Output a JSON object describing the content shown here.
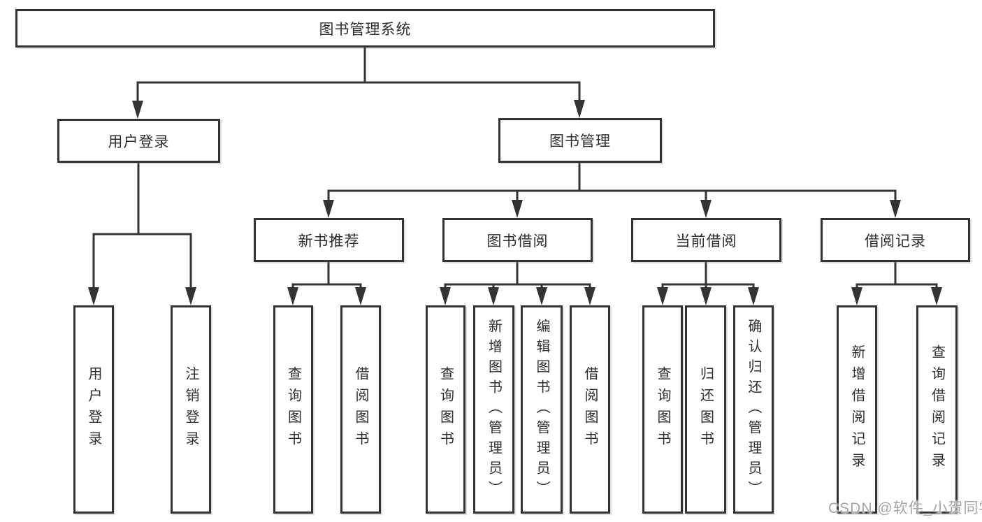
{
  "nodes": {
    "root": {
      "label": "图书管理系统"
    },
    "user_login": {
      "label": "用户登录"
    },
    "book_mgmt": {
      "label": "图书管理"
    },
    "new_book_rec": {
      "label": "新书推荐"
    },
    "book_borrow": {
      "label": "图书借阅"
    },
    "current_borrow": {
      "label": "当前借阅"
    },
    "borrow_records": {
      "label": "借阅记录"
    },
    "leaf_user_login": {
      "label": "用户登录"
    },
    "leaf_logout": {
      "label": "注销登录"
    },
    "leaf_query_book_rec": {
      "label": "查询图书"
    },
    "leaf_borrow_book_rec": {
      "label": "借阅图书"
    },
    "leaf_query_book_borrow": {
      "label": "查询图书"
    },
    "leaf_add_book": {
      "label": "新增图书（管理员）"
    },
    "leaf_edit_book": {
      "label": "编辑图书（管理员）"
    },
    "leaf_borrow_book": {
      "label": "借阅图书"
    },
    "leaf_query_book_current": {
      "label": "查询图书"
    },
    "leaf_return_book": {
      "label": "归还图书"
    },
    "leaf_confirm_return": {
      "label": "确认归还（管理员）"
    },
    "leaf_add_record": {
      "label": "新增借阅记录"
    },
    "leaf_query_record": {
      "label": "查询借阅记录"
    }
  },
  "watermark": {
    "text": "CSDN @软件_小贺同学"
  },
  "colors": {
    "line": "#333333",
    "box_background": "#ffffff",
    "text": "#2e2e2e",
    "watermark_text": "#a6a6a6"
  }
}
